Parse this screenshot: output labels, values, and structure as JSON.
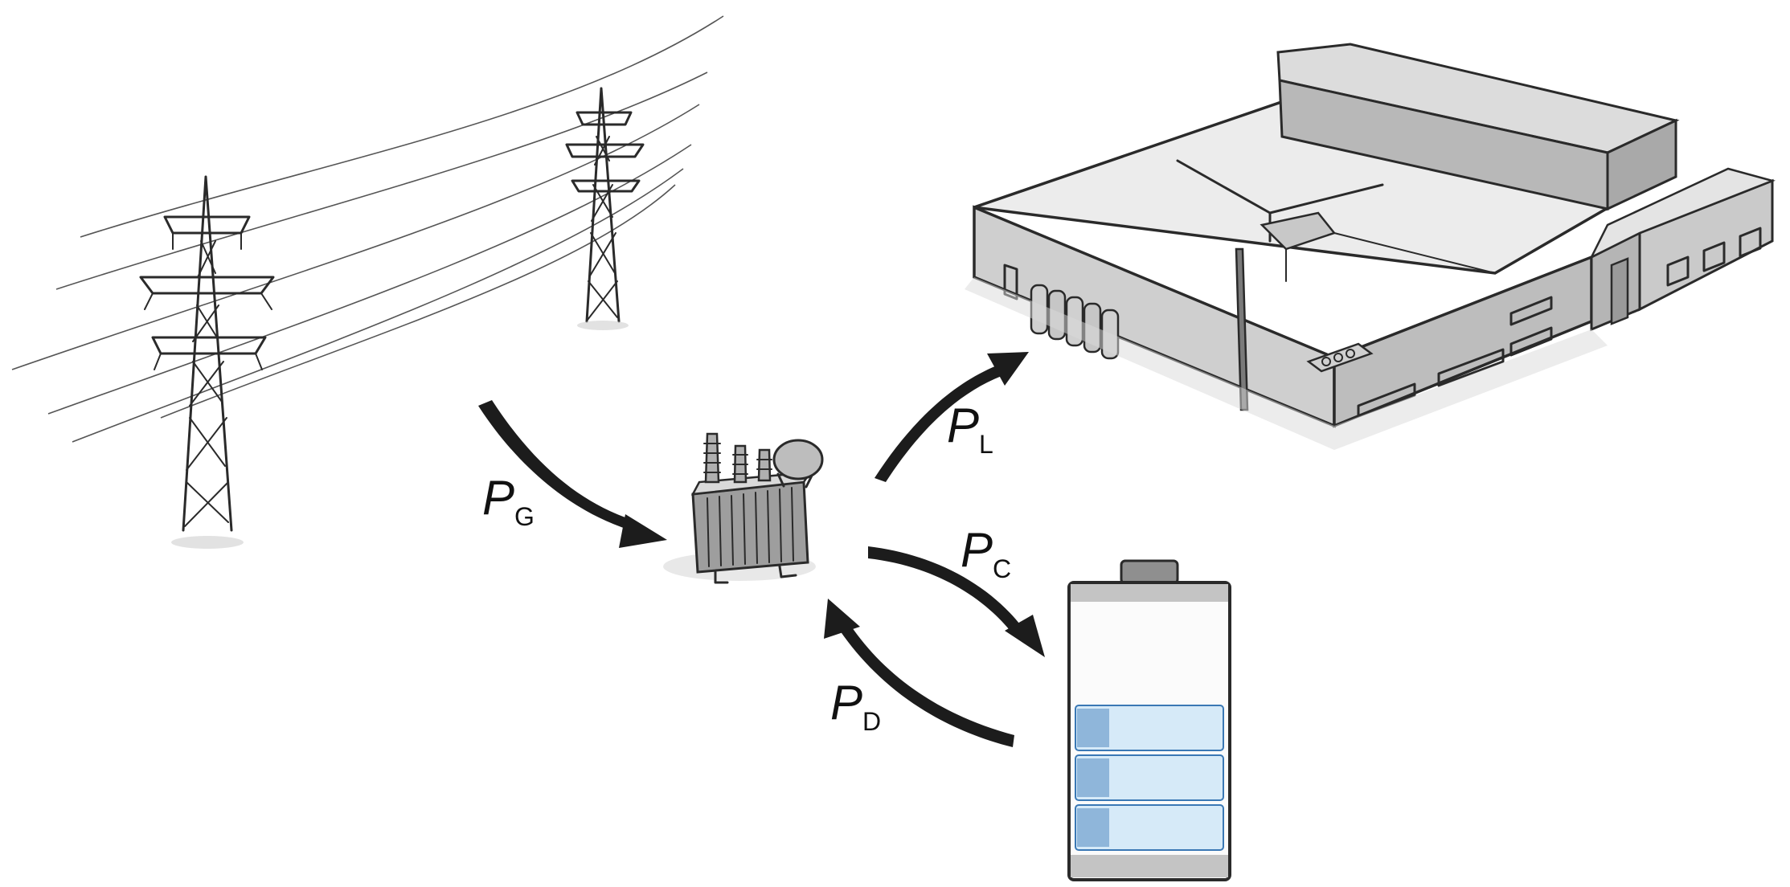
{
  "labels": {
    "grid_power": {
      "symbol": "P",
      "subscript": "G"
    },
    "load_power": {
      "symbol": "P",
      "subscript": "L"
    },
    "charge_power": {
      "symbol": "P",
      "subscript": "C"
    },
    "discharge_power": {
      "symbol": "P",
      "subscript": "D"
    }
  },
  "battery": {
    "filled_cells": 3,
    "total_cells": 6
  },
  "colors": {
    "ink": "#1c1c1c",
    "battery_fill": "#d6eaf8",
    "battery_fill_edge": "#3a78b5",
    "building_roof": "#e8e8e8",
    "building_shade": "#bdbdbd"
  }
}
